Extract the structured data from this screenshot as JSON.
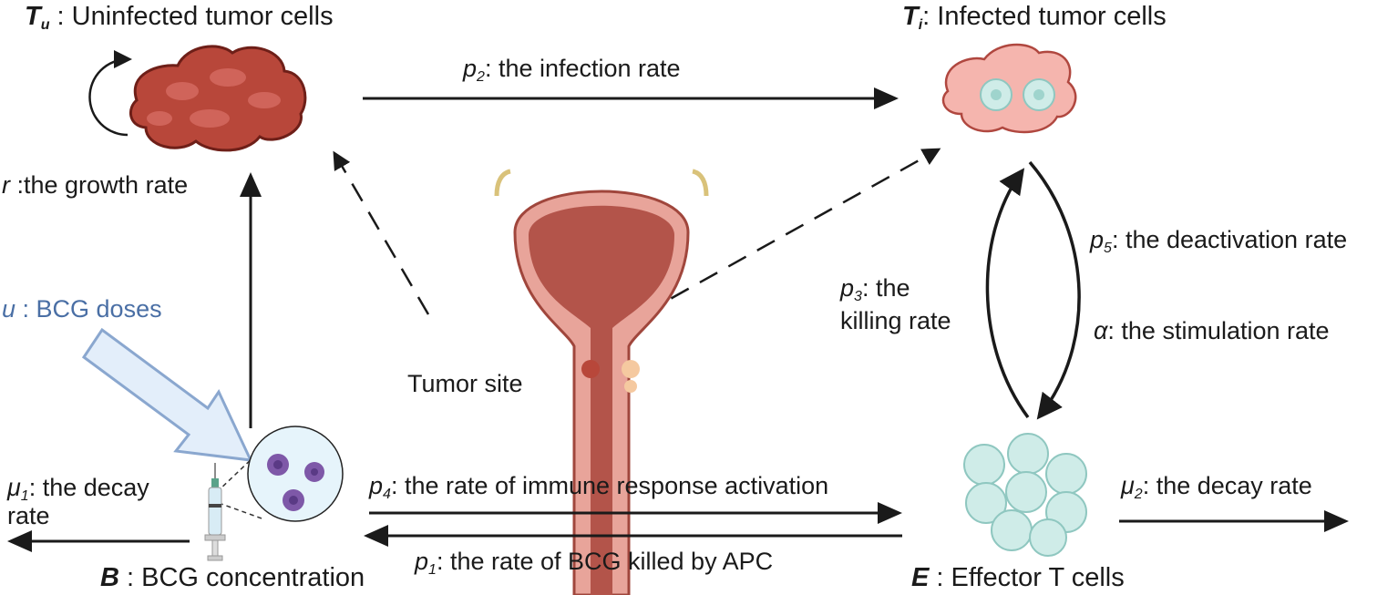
{
  "nodes": {
    "uninfected": {
      "symbol": "T",
      "sub": "u",
      "text": " : Uninfected tumor cells"
    },
    "infected": {
      "symbol": "T",
      "sub": "i",
      "text": ": Infected tumor cells"
    },
    "bcg": {
      "symbol": "B",
      "text": " : BCG concentration"
    },
    "effector": {
      "symbol": "E",
      "text": " : Effector T cells"
    },
    "tumor_site": {
      "text": "Tumor site"
    }
  },
  "edges": {
    "growth": {
      "symbol": "r",
      "text": " :the growth rate"
    },
    "infection": {
      "symbol": "p",
      "sub": "2",
      "text": ": the infection rate"
    },
    "doses": {
      "symbol": "u",
      "text": " : BCG doses"
    },
    "decay1": {
      "symbol": "μ",
      "sub": "1",
      "text": ":  the decay",
      "text2": "rate"
    },
    "activation": {
      "symbol": "p",
      "sub": "4",
      "text": ": the rate of immune response activation"
    },
    "killed_by_apc": {
      "symbol": "p",
      "sub": "1",
      "text": ": the rate of BCG killed by APC"
    },
    "decay2": {
      "symbol": "μ",
      "sub": "2",
      "text": ": the decay rate"
    },
    "deactivation": {
      "symbol": "p",
      "sub": "5",
      "text": ": the deactivation rate"
    },
    "stimulation": {
      "symbol": "α",
      "text": ": the stimulation rate"
    },
    "killing": {
      "symbol": "p",
      "sub": "3",
      "text": ": the",
      "text2": "killing rate"
    }
  },
  "colors": {
    "tumor": "#b8473a",
    "infected": "#f5b5ae",
    "effector": "#cfece8",
    "bcg_arrow": "#4a6fa5",
    "bacteria": "#7e58a8"
  }
}
